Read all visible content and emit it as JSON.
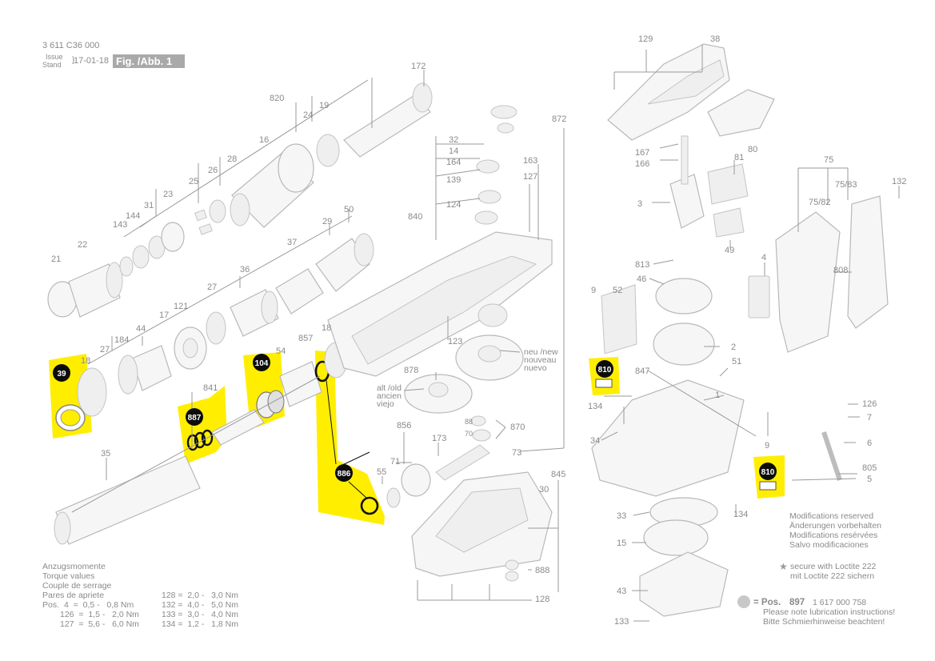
{
  "header": {
    "doc_number": "3 611 C36 000",
    "issue_label_1": "Issue",
    "issue_label_2": "Stand",
    "issue_date": "17-01-18",
    "fig_label": "Fig. /Abb. 1"
  },
  "part_labels": {
    "p172": "172",
    "p820": "820",
    "p19": "19",
    "p24": "24",
    "p16": "16",
    "p28": "28",
    "p26": "26",
    "p25": "25",
    "p23": "23",
    "p31": "31",
    "p144": "144",
    "p143": "143",
    "p22": "22",
    "p21": "21",
    "p29": "29",
    "p50": "50",
    "p37": "37",
    "p36": "36",
    "p27a": "27",
    "p17": "17",
    "p121": "121",
    "p44": "44",
    "p184": "184",
    "p27b": "27",
    "p18a": "18",
    "p841": "841",
    "p54": "54",
    "p857": "857",
    "p18b": "18",
    "p35": "35",
    "p32": "32",
    "p14": "14",
    "p164": "164",
    "p139": "139",
    "p124": "124",
    "p840": "840",
    "p872": "872",
    "p163": "163",
    "p127": "127",
    "p123": "123",
    "p878": "878",
    "p856": "856",
    "p71": "71",
    "p173": "173",
    "p870": "870",
    "p55": "55",
    "p73": "73",
    "p845": "845",
    "p30": "30",
    "p888": "888",
    "p128": "128",
    "p129": "129",
    "p38": "38",
    "p167": "167",
    "p166": "166",
    "p80": "80",
    "p81": "81",
    "p3": "3",
    "p49": "49",
    "p813": "813",
    "p46": "46",
    "p9a": "9",
    "p52": "52",
    "p2": "2",
    "p847": "847",
    "p51": "51",
    "p1": "1",
    "p134a": "134",
    "p34": "34",
    "p9b": "9",
    "p134b": "134",
    "p33": "33",
    "p15": "15",
    "p43": "43",
    "p133": "133",
    "p75": "75",
    "p75_83": "75/83",
    "p75_82": "75/82",
    "p132": "132",
    "p4": "4",
    "p808": "808",
    "p126": "126",
    "p7": "7",
    "p6": "6",
    "p805": "805",
    "p5": "5",
    "p88": "88",
    "p70": "70"
  },
  "highlights": {
    "b39": "39",
    "b887": "887",
    "b104": "104",
    "b886": "886",
    "b810a": "810",
    "b810b": "810"
  },
  "gear_notes": {
    "new": [
      "neu /new",
      "nouveau",
      "nuevo"
    ],
    "old": [
      "alt /old",
      "ancien",
      "viejo"
    ]
  },
  "torque": {
    "headings": [
      "Anzugsmomente",
      "Torque values",
      "Couple de serrage",
      "Pares de apriete"
    ],
    "pos_label": "Pos.",
    "rows_left": [
      "4  =  0,5 -   0,8 Nm",
      "126  =  1,5 -   2,0 Nm",
      "127  =  5,6 -   6,0 Nm"
    ],
    "rows_right": [
      "128 =  2,0 -   3,0 Nm",
      "132 =  4,0 -   5,0 Nm",
      "133 =  3,0 -   4,0 Nm",
      "134 =  1,2 -   1,8 Nm"
    ]
  },
  "modifications": [
    "Modifications reserved",
    "Änderungen vorbehalten",
    "Modifications resérvées",
    "Salvo modificaciones"
  ],
  "loctite": [
    "secure with Loctite 222",
    "mit Loctite 222 sichern"
  ],
  "lubrication": {
    "pos_label": "= Pos.",
    "pos_number": "897",
    "part_number": "1 617 000 758",
    "line2": "Please note lubrication instructions!",
    "line3": "Bitte Schmierhinweise beachten!"
  },
  "colors": {
    "highlight": "#ffee00",
    "badge": "#0c0c0c",
    "line": "#9a9a9a",
    "text": "#8a8a8a"
  }
}
